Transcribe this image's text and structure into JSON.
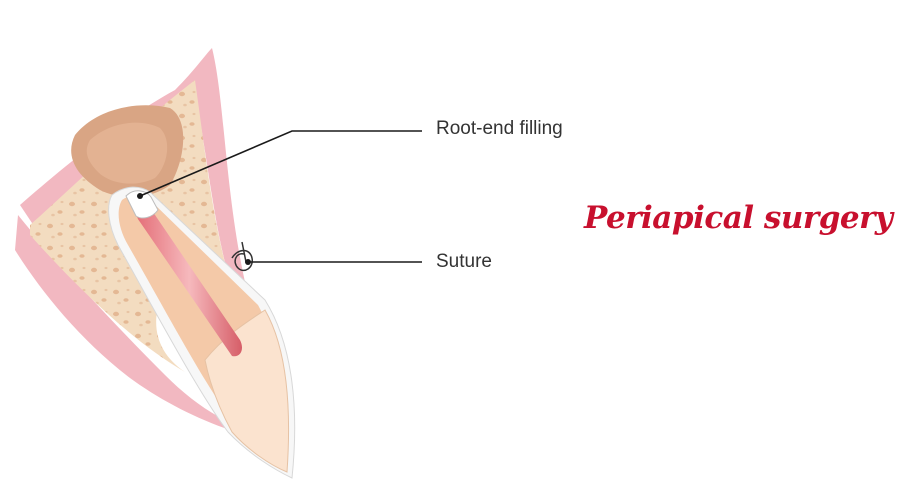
{
  "labels": {
    "root_end_filling": "Root-end filling",
    "suture": "Suture"
  },
  "title": "Periapical surgery",
  "colors": {
    "title": "#c8102e",
    "gum": "#f2b8c1",
    "bone": "#f3dcc0",
    "tooth": "#f4c9a8",
    "canal": "#e06a72",
    "leader_line": "#1a1a1a"
  }
}
